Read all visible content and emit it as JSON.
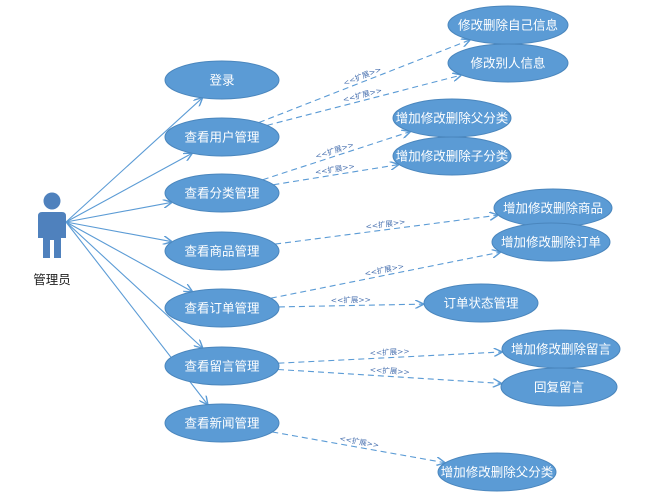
{
  "actor": {
    "label": "管理员"
  },
  "extend_label": "<<扩展>>",
  "main_use_cases": [
    {
      "id": "login",
      "label": "登录"
    },
    {
      "id": "user",
      "label": "查看用户管理"
    },
    {
      "id": "category",
      "label": "查看分类管理"
    },
    {
      "id": "product",
      "label": "查看商品管理"
    },
    {
      "id": "order",
      "label": "查看订单管理"
    },
    {
      "id": "message",
      "label": "查看留言管理"
    },
    {
      "id": "news",
      "label": "查看新闻管理"
    }
  ],
  "extension_use_cases": [
    {
      "id": "edit_own_info",
      "label": "修改删除自己信息",
      "extends": "user"
    },
    {
      "id": "edit_other_info",
      "label": "修改别人信息",
      "extends": "user"
    },
    {
      "id": "cat_parent",
      "label": "增加修改删除父分类",
      "extends": "category"
    },
    {
      "id": "cat_child",
      "label": "增加修改删除子分类",
      "extends": "category"
    },
    {
      "id": "prod_edit",
      "label": "增加修改删除商品",
      "extends": "product"
    },
    {
      "id": "order_edit",
      "label": "增加修改删除订单",
      "extends": "order"
    },
    {
      "id": "order_status",
      "label": "订单状态管理",
      "extends": "order"
    },
    {
      "id": "msg_edit",
      "label": "增加修改删除留言",
      "extends": "message"
    },
    {
      "id": "msg_reply",
      "label": "回复留言",
      "extends": "message"
    },
    {
      "id": "news_parent",
      "label": "增加修改删除父分类",
      "extends": "news"
    }
  ],
  "colors": {
    "node_fill": "#5b9bd5",
    "node_text": "#ffffff",
    "edge": "#5b9bd5",
    "actor": "#4f81bd"
  }
}
